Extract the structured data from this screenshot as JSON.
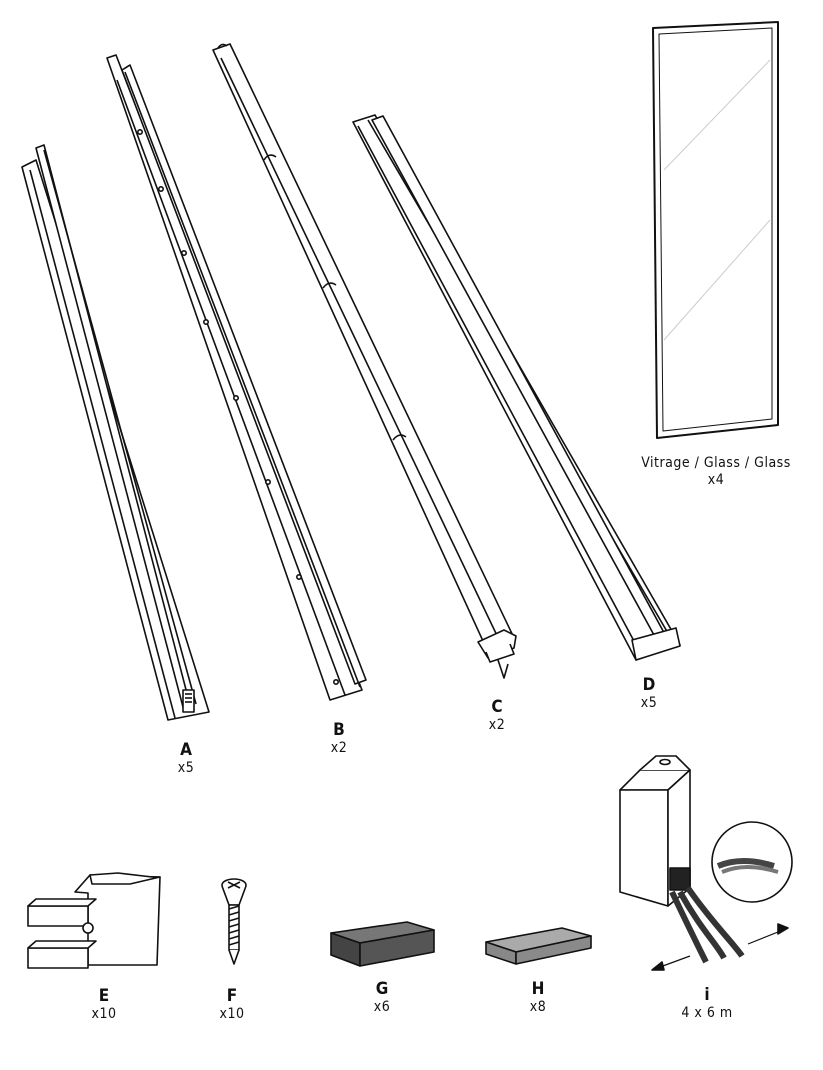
{
  "parts": [
    {
      "id": "A",
      "letter": "A",
      "qty": "x5"
    },
    {
      "id": "B",
      "letter": "B",
      "qty": "x2"
    },
    {
      "id": "C",
      "letter": "C",
      "qty": "x2"
    },
    {
      "id": "D",
      "letter": "D",
      "qty": "x5"
    },
    {
      "id": "E",
      "letter": "E",
      "qty": "x10"
    },
    {
      "id": "F",
      "letter": "F",
      "qty": "x10"
    },
    {
      "id": "G",
      "letter": "G",
      "qty": "x6"
    },
    {
      "id": "H",
      "letter": "H",
      "qty": "x8"
    },
    {
      "id": "I",
      "letter": "i",
      "qty": "4 x 6 m"
    }
  ],
  "glass": {
    "caption": "Vitrage / Glass / Glass",
    "qty": "x4"
  },
  "colors": {
    "line": "#111111",
    "dark_block": "#555555",
    "mid_block": "#8a8a8a",
    "tape": "#3a3a3a"
  }
}
